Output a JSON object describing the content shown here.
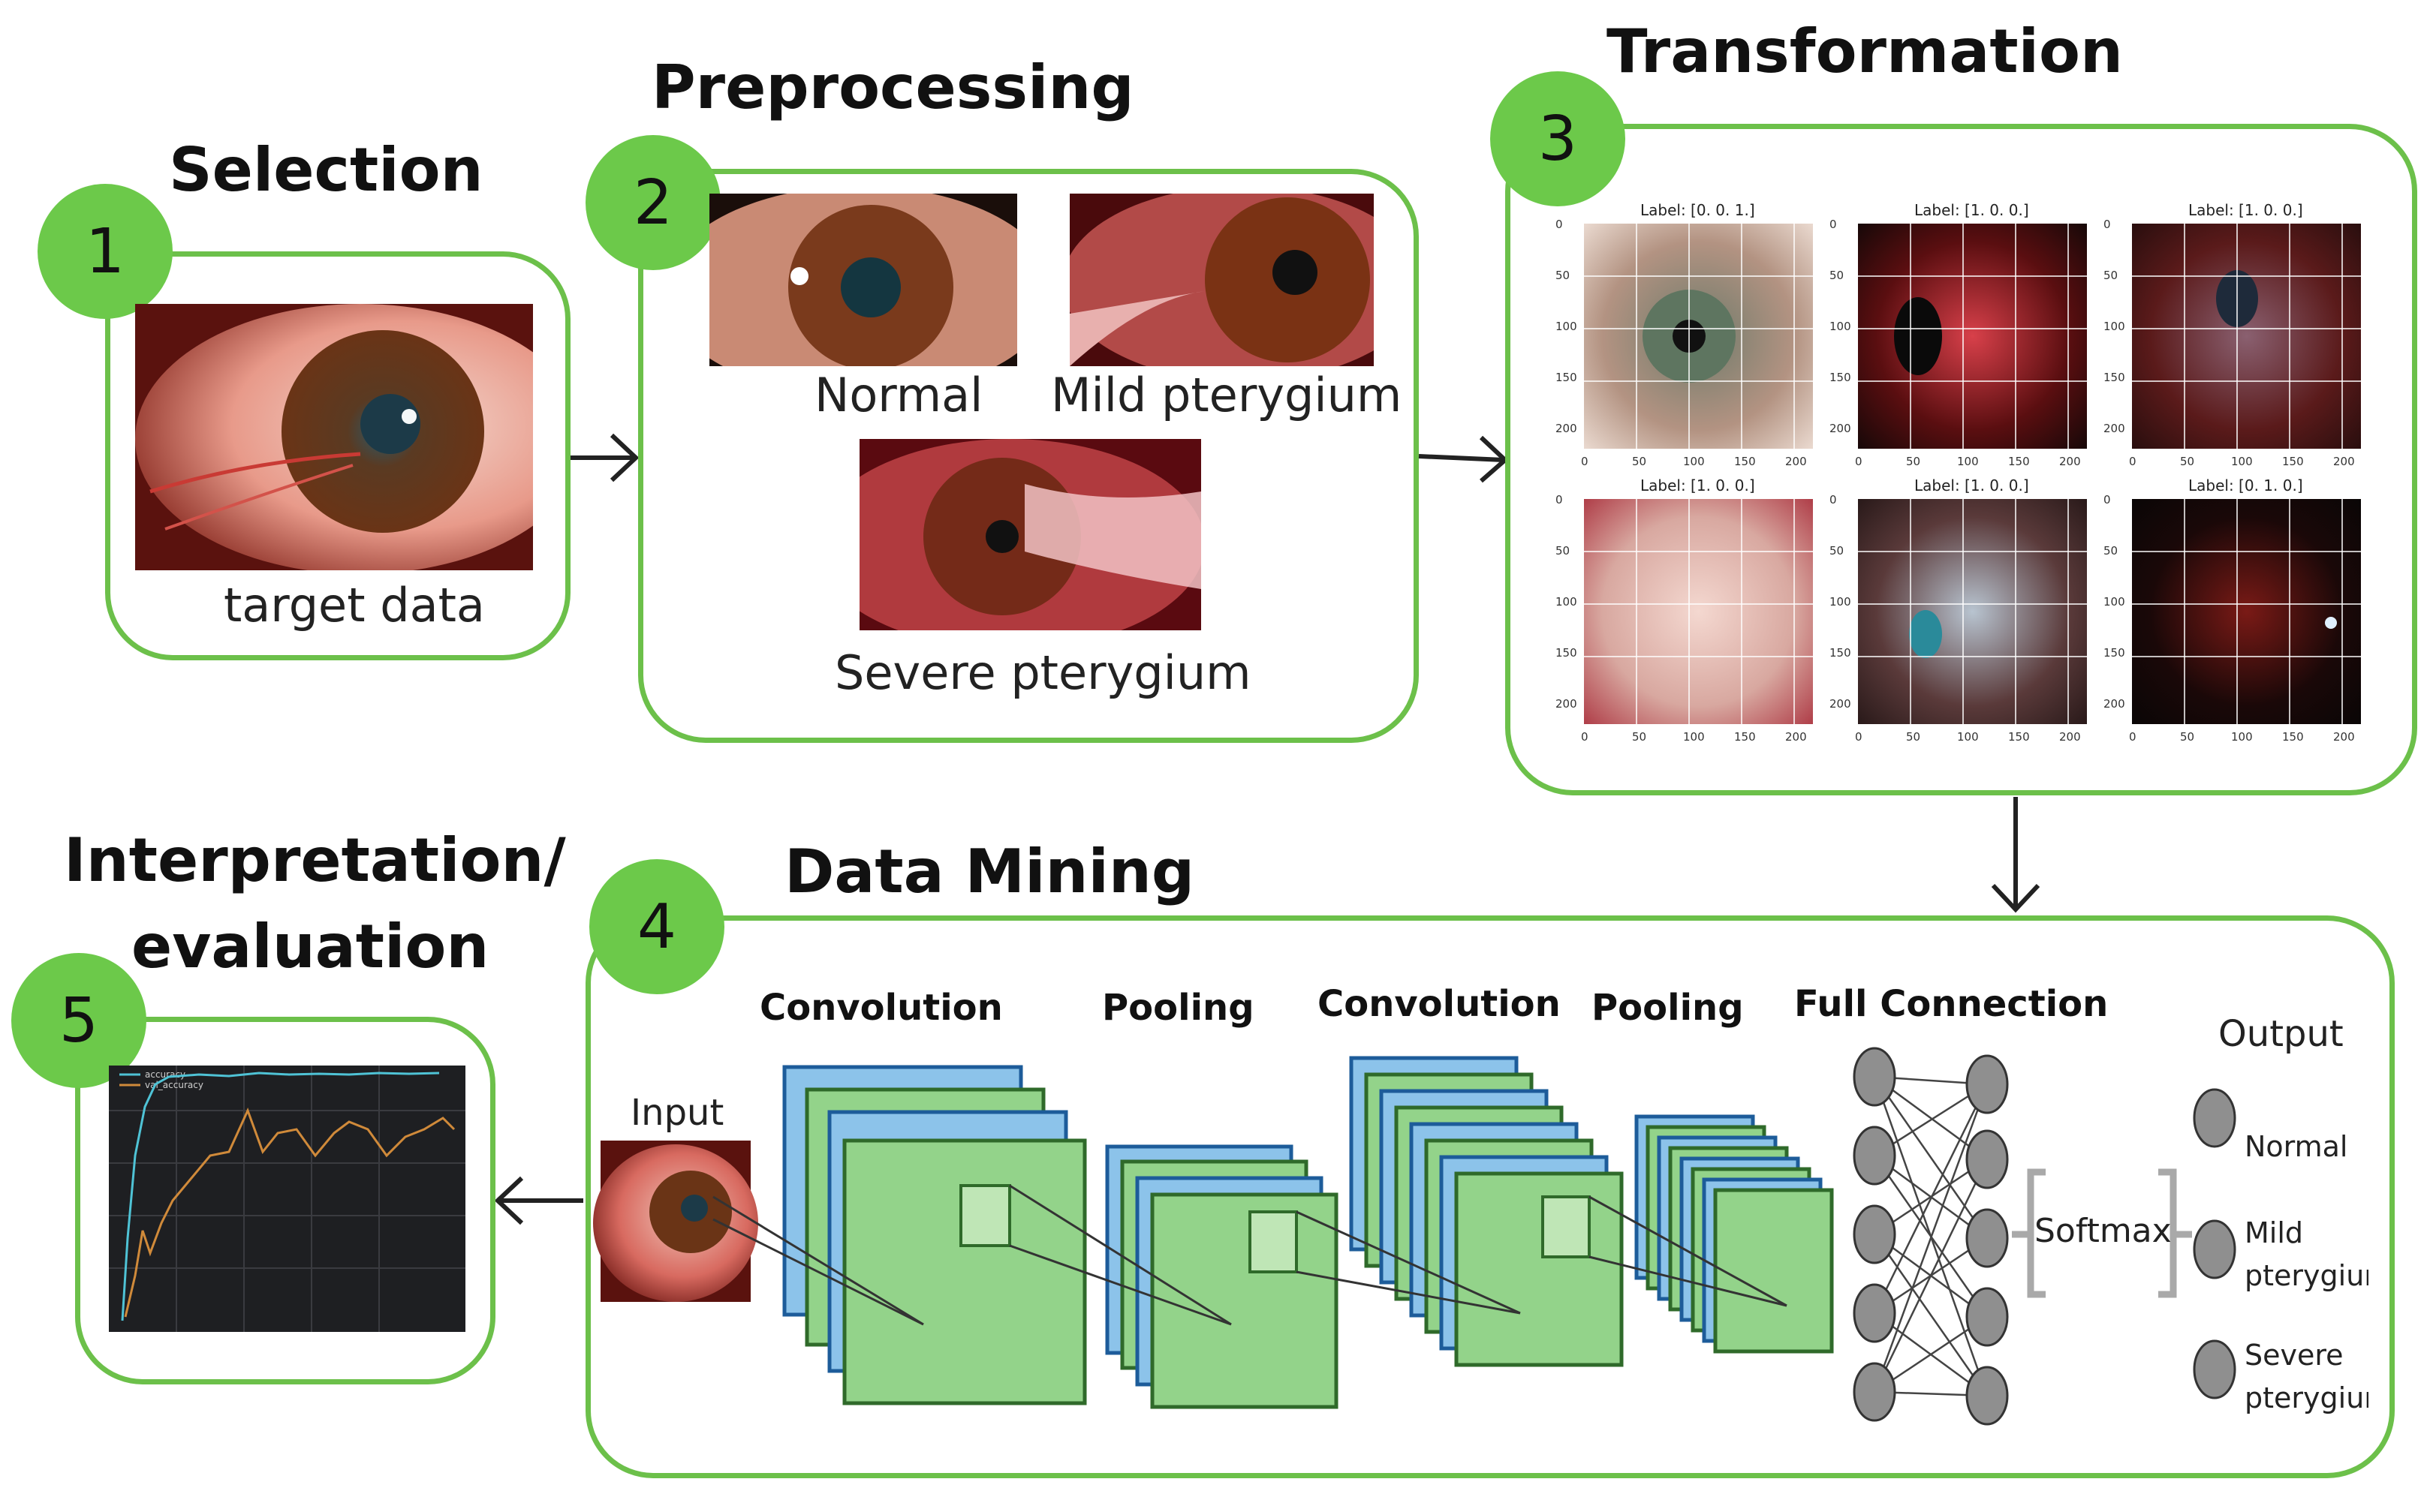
{
  "steps": {
    "s1": {
      "number": "1",
      "title": "Selection",
      "caption": "target data"
    },
    "s2": {
      "number": "2",
      "title": "Preprocessing",
      "captions": [
        "Normal",
        "Mild pterygium",
        "Severe pterygium"
      ]
    },
    "s3": {
      "number": "3",
      "title": "Transformation",
      "panels": [
        {
          "label": "Label: [0. 0. 1.]"
        },
        {
          "label": "Label: [1. 0. 0.]"
        },
        {
          "label": "Label: [1. 0. 0.]"
        },
        {
          "label": "Label: [1. 0. 0.]"
        },
        {
          "label": "Label: [1. 0. 0.]"
        },
        {
          "label": "Label: [0. 1. 0.]"
        }
      ],
      "y_ticks": [
        "0",
        "50",
        "100",
        "150",
        "200"
      ],
      "x_ticks": [
        "0",
        "50",
        "100",
        "150",
        "200"
      ]
    },
    "s4": {
      "number": "4",
      "title": "Data Mining",
      "input": "Input",
      "layers": [
        "Convolution",
        "Pooling",
        "Convolution",
        "Pooling",
        "Full Connection"
      ],
      "softmax": "Softmax",
      "output_title": "Output",
      "outputs": [
        "Normal",
        "Mild\npterygium",
        "Severe\npterygium"
      ]
    },
    "s5": {
      "number": "5",
      "title_line1": "Interpretation/",
      "title_line2": "evaluation",
      "legend": [
        "accuracy",
        "val_accuracy"
      ]
    }
  },
  "colors": {
    "panel_border": "#6cc04a",
    "badge": "#6cc94a",
    "conv_blue": "#8cc3ea",
    "conv_green": "#93d38a",
    "node": "#8f8f8f"
  }
}
